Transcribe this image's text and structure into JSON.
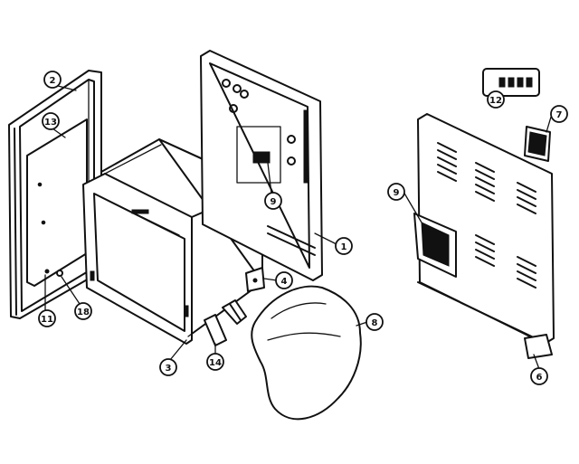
{
  "diagram": {
    "callouts": [
      {
        "id": "c2",
        "label": "2"
      },
      {
        "id": "c13",
        "label": "13"
      },
      {
        "id": "c11",
        "label": "11"
      },
      {
        "id": "c18",
        "label": "18"
      },
      {
        "id": "c3",
        "label": "3"
      },
      {
        "id": "c14",
        "label": "14"
      },
      {
        "id": "c4",
        "label": "4"
      },
      {
        "id": "c9a",
        "label": "9"
      },
      {
        "id": "c1",
        "label": "1"
      },
      {
        "id": "c8",
        "label": "8"
      },
      {
        "id": "c12",
        "label": "12"
      },
      {
        "id": "c7",
        "label": "7"
      },
      {
        "id": "c9b",
        "label": "9"
      },
      {
        "id": "c6",
        "label": "6"
      }
    ]
  }
}
